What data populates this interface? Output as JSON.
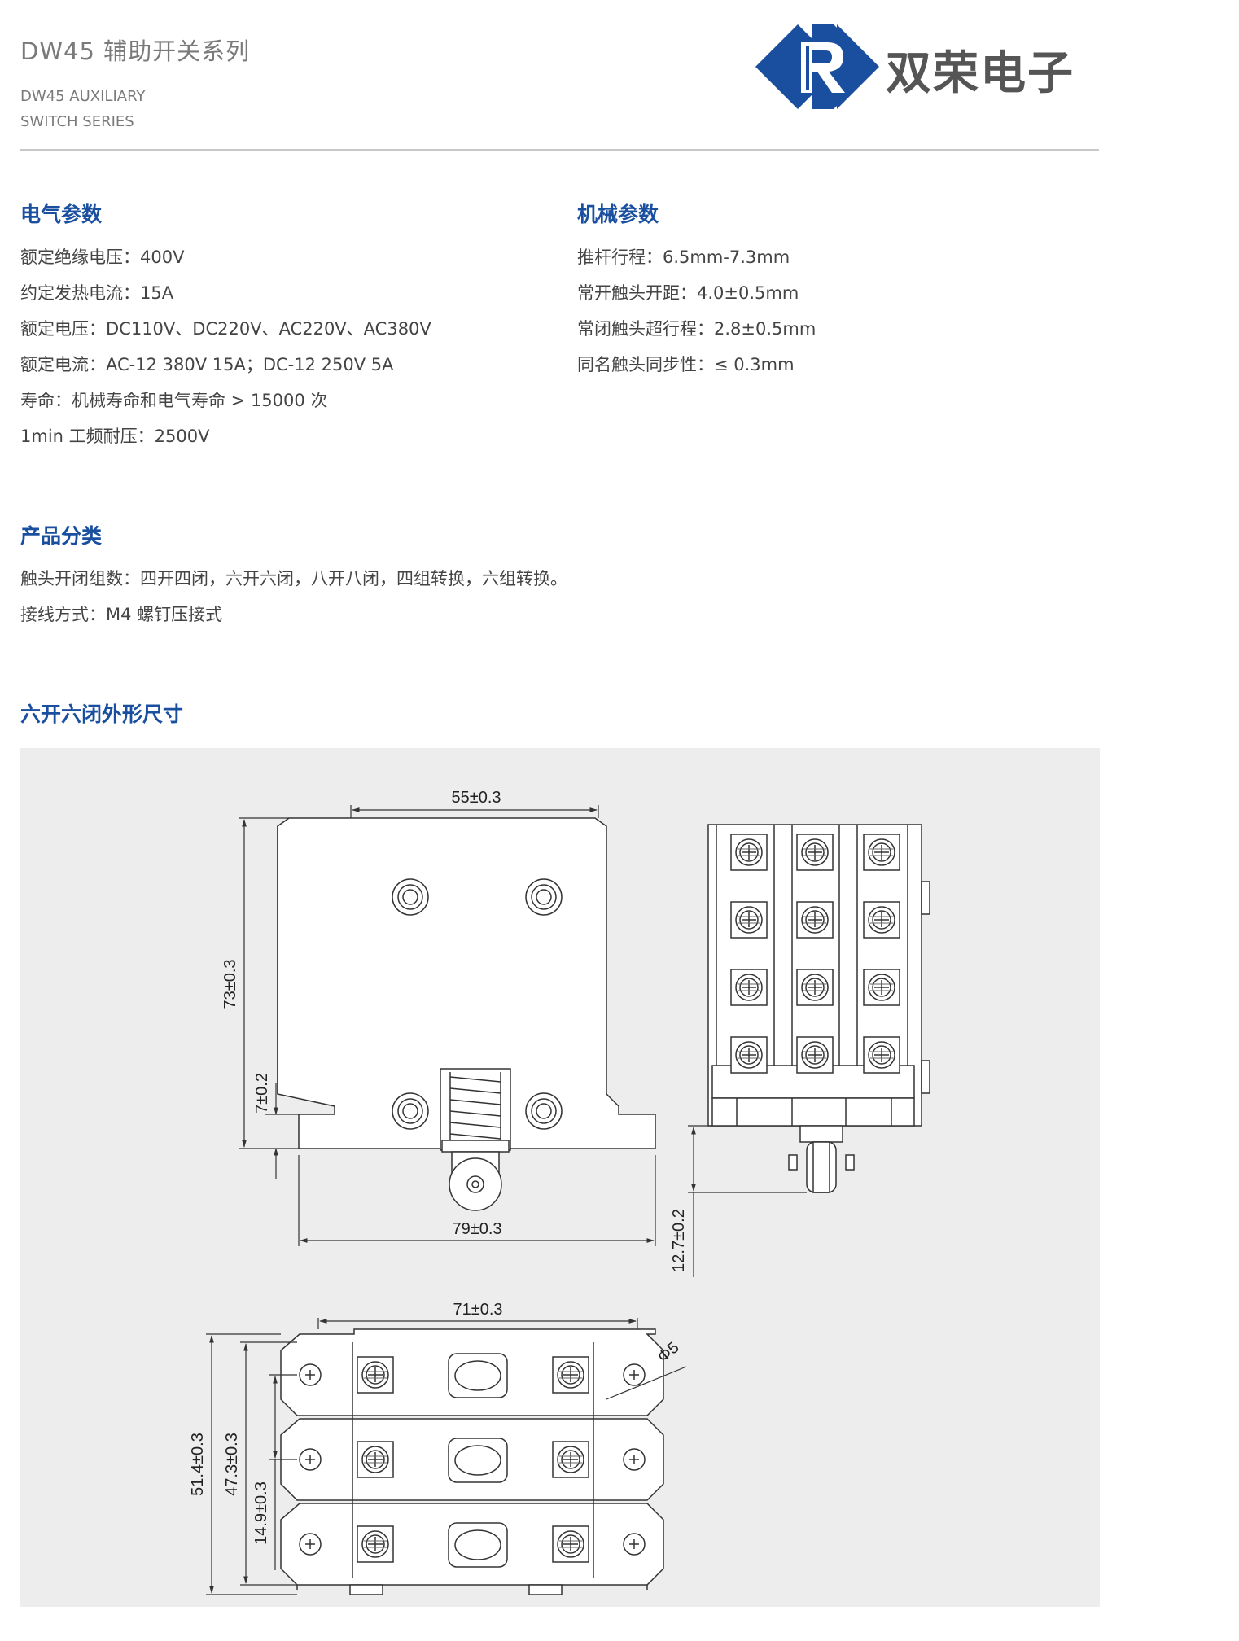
{
  "header": {
    "title_cn": "DW45 辅助开关系列",
    "title_en_line1": "DW45 AUXILIARY",
    "title_en_line2": "SWITCH SERIES",
    "brand_name": "双荣电子",
    "brand_color": "#1a4fa0"
  },
  "electrical": {
    "heading": "电气参数",
    "items": [
      "额定绝缘电压：400V",
      "约定发热电流：15A",
      "额定电压：DC110V、DC220V、AC220V、AC380V",
      "额定电流：AC-12 380V 15A；DC-12 250V   5A",
      "寿命：机械寿命和电气寿命 > 15000 次",
      "1min 工频耐压：2500V"
    ]
  },
  "mechanical": {
    "heading": "机械参数",
    "items": [
      "推杆行程：6.5mm-7.3mm",
      "常开触头开距：4.0±0.5mm",
      "常闭触头超行程：2.8±0.5mm",
      "同名触头同步性：≤ 0.3mm"
    ]
  },
  "classification": {
    "heading": "产品分类",
    "items": [
      "触头开闭组数：四开四闭，六开六闭，八开八闭，四组转换，六组转换。",
      "接线方式：M4 螺钉压接式"
    ]
  },
  "dimensions": {
    "heading": "六开六闭外形尺寸",
    "front_width": "55±0.3",
    "front_height": "73±0.3",
    "front_step": "7±0.2",
    "front_base_width": "79±0.3",
    "side_plunger": "12.7±0.2",
    "top_width": "71±0.3",
    "top_hole": "Φ5",
    "top_total": "51.4±0.3",
    "top_holes_span": "47.3±0.3",
    "top_pitch": "14.9±0.3"
  }
}
